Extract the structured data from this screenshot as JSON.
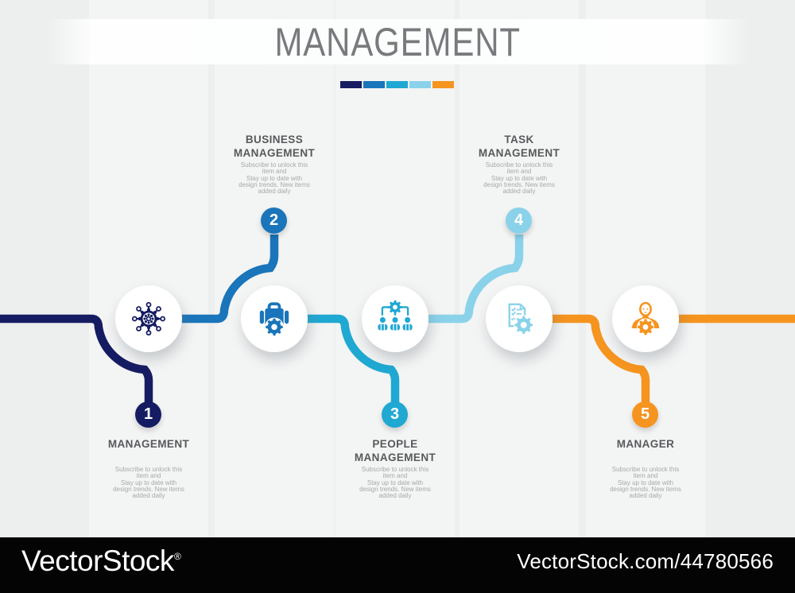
{
  "header": {
    "title": "MANAGEMENT"
  },
  "palette": {
    "step1": "#151c62",
    "step2": "#1a75ba",
    "step3": "#1fa8d2",
    "step4": "#8ad2ea",
    "step5": "#f5941f"
  },
  "steps": [
    {
      "number": "1",
      "label": "MANAGEMENT",
      "color": "#151c62",
      "icon": "management-steering-gear-icon",
      "description": "Subscribe to unlock this\nitem and\nStay up to date with\ndesign trends. New items\nadded daily"
    },
    {
      "number": "2",
      "label": "BUSINESS\nMANAGEMENT",
      "color": "#1a75ba",
      "icon": "briefcase-gear-icon",
      "description": "Subscribe to unlock this\nitem and\nStay up to date with\ndesign trends. New items\nadded daily"
    },
    {
      "number": "3",
      "label": "PEOPLE\nMANAGEMENT",
      "color": "#1fa8d2",
      "icon": "team-hierarchy-gear-icon",
      "description": "Subscribe to unlock this\nitem and\nStay up to date with\ndesign trends. New items\nadded daily"
    },
    {
      "number": "4",
      "label": "TASK\nMANAGEMENT",
      "color": "#8ad2ea",
      "icon": "checklist-gear-icon",
      "description": "Subscribe to unlock this\nitem and\nStay up to date with\ndesign trends. New items\nadded daily"
    },
    {
      "number": "5",
      "label": "MANAGER",
      "color": "#f5941f",
      "icon": "manager-person-gear-icon",
      "description": "Subscribe to unlock this\nitem and\nStay up to date with\ndesign trends. New items\nadded daily"
    }
  ],
  "watermark": {
    "brand": "VectorStock",
    "registered": "®",
    "reference": "VectorStock.com/44780566"
  }
}
